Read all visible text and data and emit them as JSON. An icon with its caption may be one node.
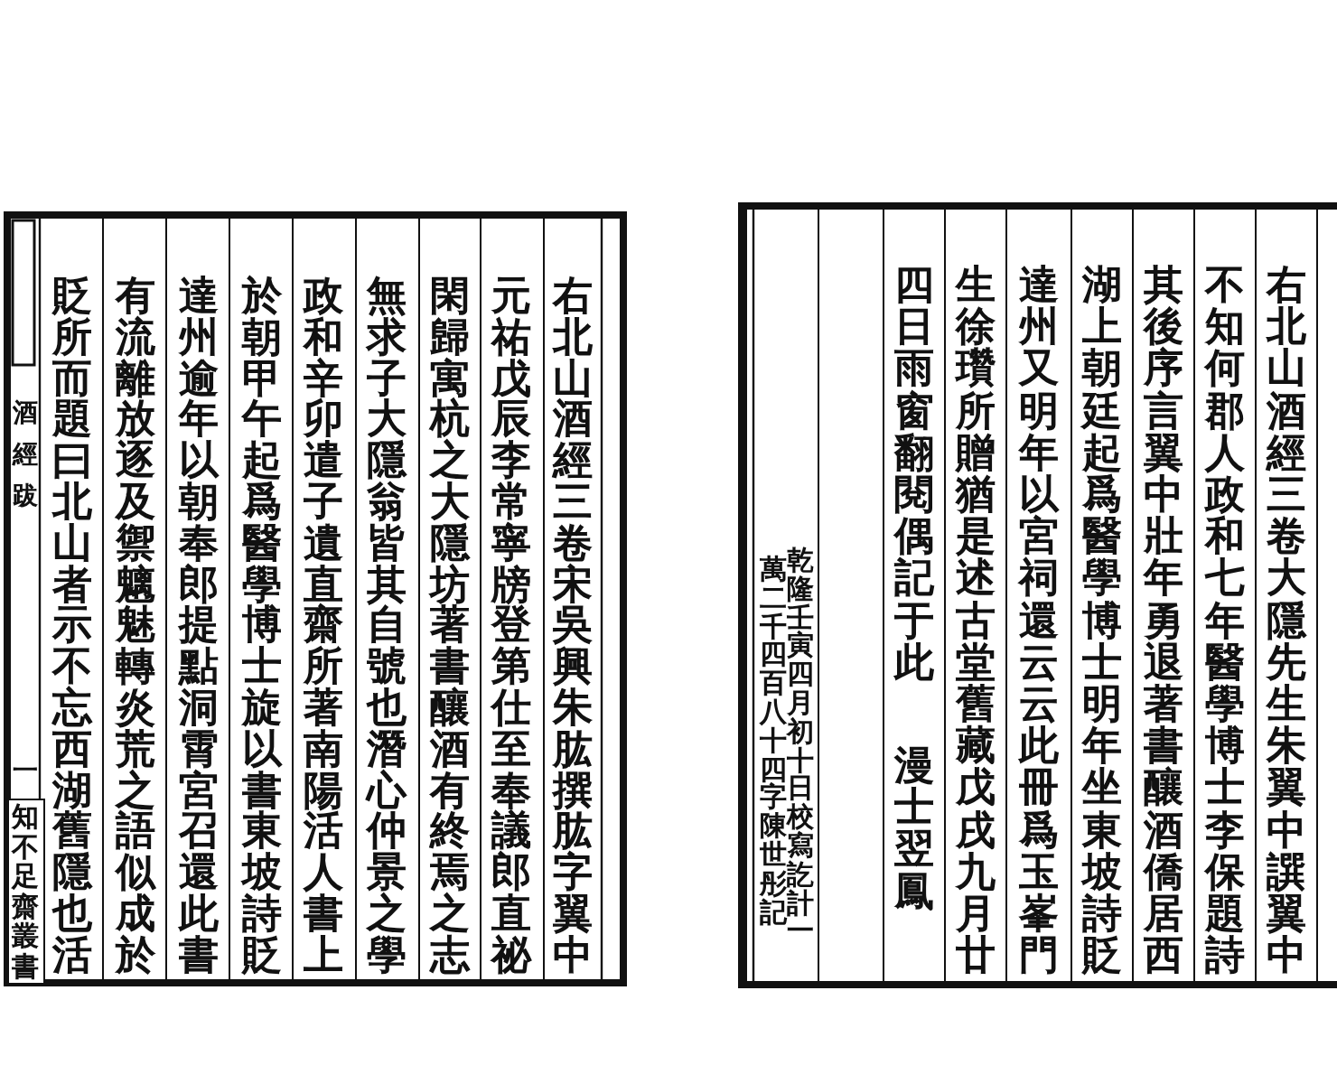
{
  "diagram": {
    "labels": [
      "右北山酒經三卷大隱先生朱翼中譔翼中",
      "不知何郡人政和七年醫學博士李保題詩",
      "其後序言翼中壯年勇退著書釀酒僑居西",
      "湖上朝廷起爲醫學博士明年坐東坡詩貶",
      "達州又明年以宮祠還云云此冊爲玉峯門",
      "生徐瓚所贈猶是述古堂舊藏戊戌九月廿",
      "四日雨窗翻閱偶記于此",
      "漫士翌鳳",
      "乾隆壬寅四月初十日校寫訖計一",
      "萬二千四百八十四字陳世彤記",
      "右北山酒經三卷宋吳興朱肱撰肱字翼中",
      "元祐戊辰李常寧牓登第仕至奉議郎直祕",
      "閑歸寓杭之大隱坊著書釀酒有終焉之志",
      "無求子大隱翁皆其自號也潛心仲景之學",
      "政和辛卯遣子遺直齋所著南陽活人書上",
      "於朝甲午起爲醫學博士旋以書東坡詩貶",
      "達州逾年以朝奉郎提點洞霄宮召還此書",
      "有流離放逐及禦魑魅轉炎荒之語似成於",
      "貶所而題曰北山者示不忘西湖舊隱也活",
      "酒經跋",
      "一",
      "知不足齋叢書"
    ]
  }
}
